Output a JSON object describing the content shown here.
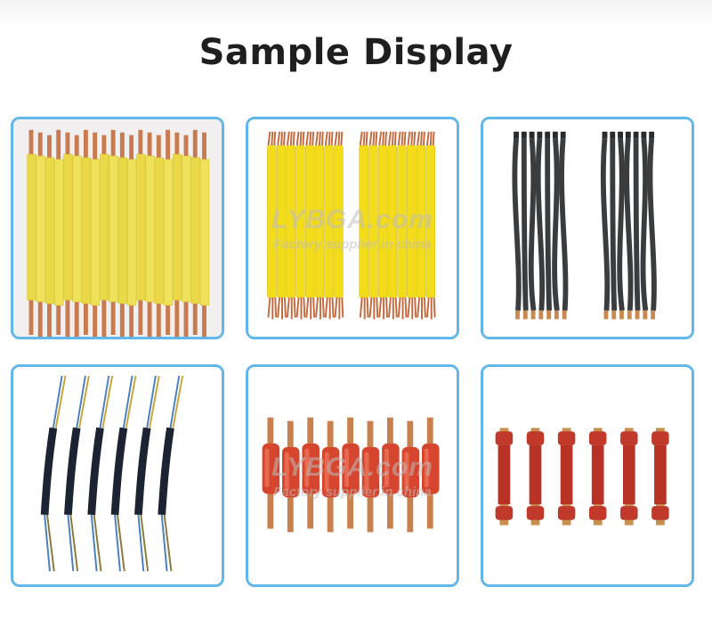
{
  "page": {
    "title": "Sample Display",
    "accent_color": "#62b7ea"
  },
  "samples": [
    {
      "name": "yellow-wire-sample-1"
    },
    {
      "name": "yellow-wire-sample-2"
    },
    {
      "name": "black-wire-sample"
    },
    {
      "name": "black-sheathed-cable-sample"
    },
    {
      "name": "red-terminal-wire-sample"
    },
    {
      "name": "red-sleeve-connector-sample"
    }
  ],
  "watermark": {
    "brand": "LYBGA.com",
    "tagline": "Factory supplier in china"
  }
}
